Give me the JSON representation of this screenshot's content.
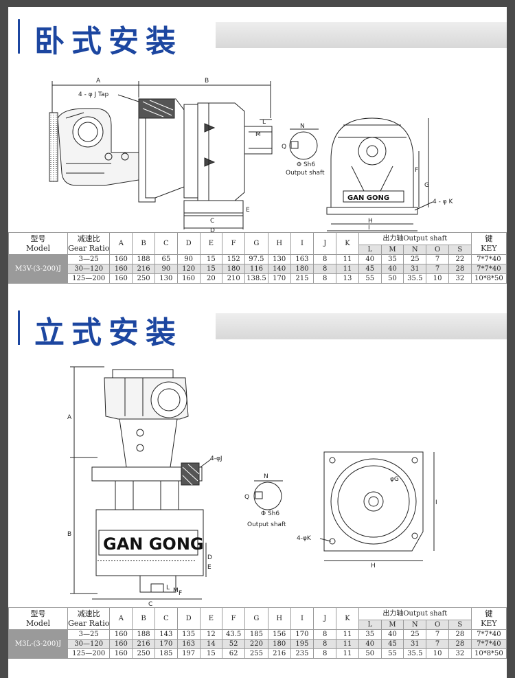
{
  "sections": [
    {
      "title": "卧式安装",
      "labels": {
        "A": "A",
        "B": "B",
        "C": "C",
        "D": "D",
        "E": "E",
        "F": "F",
        "G": "G",
        "H": "H",
        "I": "I",
        "L": "L",
        "M": "M",
        "N": "N",
        "Q": "Q",
        "tap": "4 - φ J Tap",
        "phi_k": "4 - φ K",
        "sh6": "Φ Sh6",
        "output_shaft": "Output shaft",
        "brand": "GAN GONG"
      },
      "table": {
        "model_label_cn": "型号",
        "model_label_en": "Model",
        "ratio_label_cn": "减速比",
        "ratio_label_en": "Gear Ratio",
        "cols": [
          "A",
          "B",
          "C",
          "D",
          "E",
          "F",
          "G",
          "H",
          "I",
          "J",
          "K"
        ],
        "shaft_label": "出力轴Output shaft",
        "shaft_cols": [
          "L",
          "M",
          "N",
          "O",
          "S"
        ],
        "key_label_cn": "键",
        "key_label_en": "KEY",
        "model": "M3V-(3-200)J",
        "rows": [
          {
            "ratio": "3—25",
            "vals": [
              "160",
              "188",
              "65",
              "90",
              "15",
              "152",
              "97.5",
              "130",
              "163",
              "8",
              "11"
            ],
            "shaft": [
              "40",
              "35",
              "25",
              "7",
              "22"
            ],
            "key": "7*7*40"
          },
          {
            "ratio": "30—120",
            "vals": [
              "160",
              "216",
              "90",
              "120",
              "15",
              "180",
              "116",
              "140",
              "180",
              "8",
              "11"
            ],
            "shaft": [
              "45",
              "40",
              "31",
              "7",
              "28"
            ],
            "key": "7*7*40"
          },
          {
            "ratio": "125—200",
            "vals": [
              "160",
              "250",
              "130",
              "160",
              "20",
              "210",
              "138.5",
              "170",
              "215",
              "8",
              "13"
            ],
            "shaft": [
              "55",
              "50",
              "35.5",
              "10",
              "32"
            ],
            "key": "10*8*50"
          }
        ]
      }
    },
    {
      "title": "立式安装",
      "labels": {
        "A": "A",
        "B": "B",
        "C": "C",
        "D": "D",
        "E": "E",
        "F": "F",
        "G": "φG",
        "H": "H",
        "I": "I",
        "L": "L",
        "M": "M",
        "N": "N",
        "Q": "Q",
        "phi_j": "4-φJ",
        "phi_k": "4-φK",
        "sh6": "Φ Sh6",
        "output_shaft": "Output shaft",
        "brand": "GAN GONG"
      },
      "table": {
        "model_label_cn": "型号",
        "model_label_en": "Model",
        "ratio_label_cn": "减速比",
        "ratio_label_en": "Gear Ratio",
        "cols": [
          "A",
          "B",
          "C",
          "D",
          "E",
          "F",
          "G",
          "H",
          "I",
          "J",
          "K"
        ],
        "shaft_label": "出力轴Output shaft",
        "shaft_cols": [
          "L",
          "M",
          "N",
          "O",
          "S"
        ],
        "key_label_cn": "键",
        "key_label_en": "KEY",
        "model": "M3L-(3-200)J",
        "rows": [
          {
            "ratio": "3—25",
            "vals": [
              "160",
              "188",
              "143",
              "135",
              "12",
              "43.5",
              "185",
              "156",
              "170",
              "8",
              "11"
            ],
            "shaft": [
              "35",
              "40",
              "25",
              "7",
              "28"
            ],
            "key": "7*7*40"
          },
          {
            "ratio": "30—120",
            "vals": [
              "160",
              "216",
              "170",
              "163",
              "14",
              "52",
              "220",
              "180",
              "195",
              "8",
              "11"
            ],
            "shaft": [
              "40",
              "45",
              "31",
              "7",
              "28"
            ],
            "key": "7*7*40"
          },
          {
            "ratio": "125—200",
            "vals": [
              "160",
              "250",
              "185",
              "197",
              "15",
              "62",
              "255",
              "216",
              "235",
              "8",
              "11"
            ],
            "shaft": [
              "50",
              "55",
              "35.5",
              "10",
              "32"
            ],
            "key": "10*8*50"
          }
        ]
      }
    }
  ]
}
